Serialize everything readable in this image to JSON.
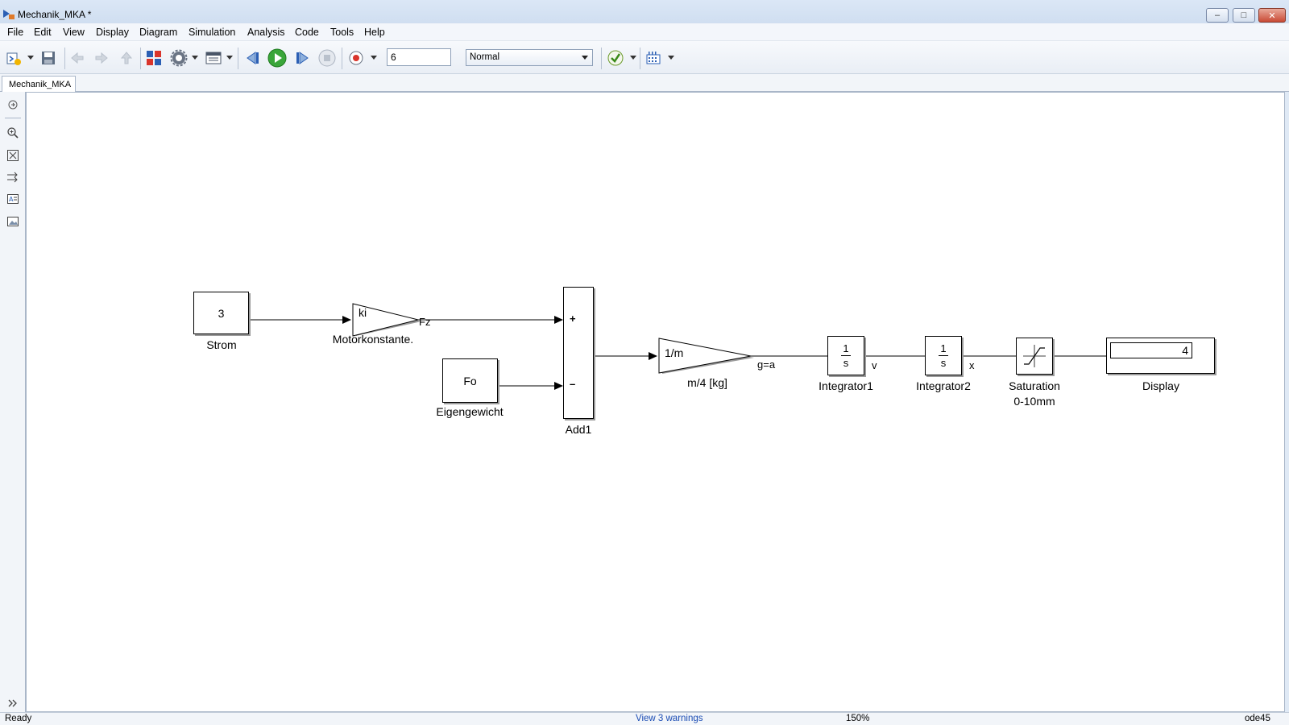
{
  "window": {
    "title": "Mechanik_MKA *",
    "controls": {
      "minimize": "–",
      "maximize": "□",
      "close": "✕"
    }
  },
  "menu": [
    "File",
    "Edit",
    "View",
    "Display",
    "Diagram",
    "Simulation",
    "Analysis",
    "Code",
    "Tools",
    "Help"
  ],
  "toolbar": {
    "stop_time": "6",
    "sim_mode": "Normal",
    "icons": [
      "new-model-icon",
      "save-icon",
      "back-icon",
      "forward-icon",
      "up-icon",
      "library-browser-icon",
      "model-settings-icon",
      "model-explorer-icon",
      "step-back-icon",
      "run-icon",
      "step-forward-icon",
      "stop-icon",
      "record-icon",
      "model-advisor-icon",
      "build-icon"
    ]
  },
  "tab": {
    "label": "Mechanik_MKA"
  },
  "palette": {
    "icons": [
      "hide-show-icon",
      "zoom-icon",
      "fit-view-icon",
      "signal-routing-icon",
      "annotation-icon",
      "image-icon",
      "expand-icon"
    ]
  },
  "diagram": {
    "blocks": {
      "strom": {
        "value": "3",
        "label": "Strom"
      },
      "motor_gain": {
        "value": "ki",
        "label": "Motorkonstante."
      },
      "eigengewicht": {
        "value": "Fo",
        "label": "Eigengewicht"
      },
      "add": {
        "plus": "+",
        "minus": "–",
        "label": "Add1"
      },
      "mass_gain": {
        "value": "1/m",
        "label": "m/4 [kg]"
      },
      "integrator1": {
        "num": "1",
        "den": "s",
        "label": "Integrator1"
      },
      "integrator2": {
        "num": "1",
        "den": "s",
        "label": "Integrator2"
      },
      "saturation": {
        "label1": "Saturation",
        "label2": "0-10mm"
      },
      "display": {
        "value": "4",
        "label": "Display"
      }
    },
    "signals": {
      "fz": "Fz",
      "accel": "g=a",
      "v": "v",
      "x": "x"
    }
  },
  "status": {
    "left": "Ready",
    "warnings": "View 3 warnings",
    "zoom": "150%",
    "solver": "ode45"
  }
}
